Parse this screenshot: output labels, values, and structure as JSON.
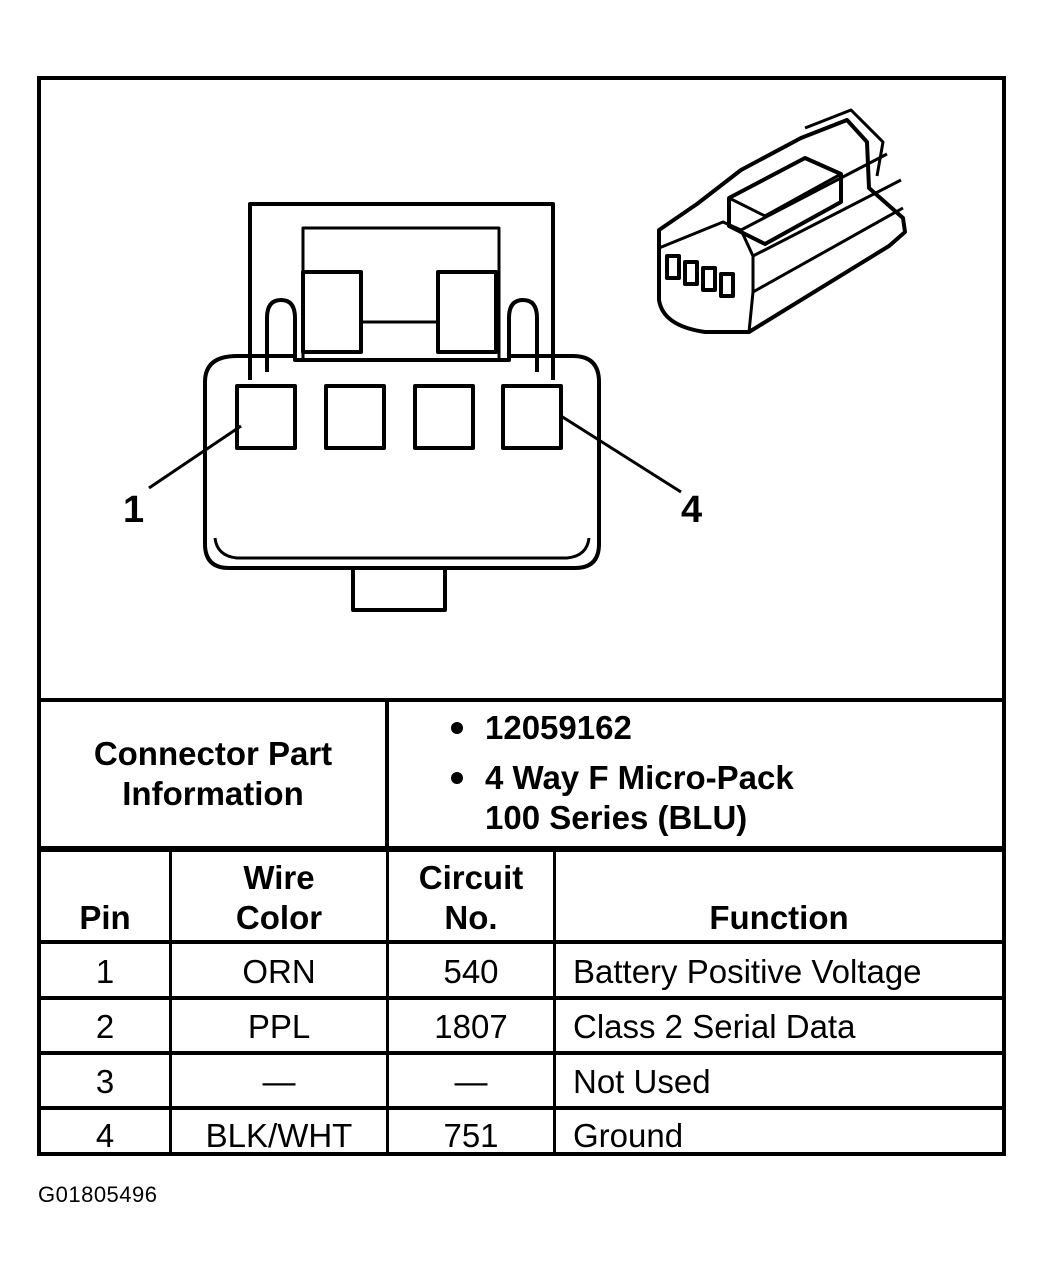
{
  "callouts": {
    "left": "1",
    "right": "4"
  },
  "connector_info": {
    "label": "Connector Part\nInformation",
    "bullets": [
      "12059162",
      "4 Way F Micro-Pack\n100 Series (BLU)"
    ]
  },
  "pin_table": {
    "headers": [
      "Pin",
      "Wire\nColor",
      "Circuit\nNo.",
      "Function"
    ],
    "rows": [
      [
        "1",
        "ORN",
        "540",
        "Battery Positive Voltage"
      ],
      [
        "2",
        "PPL",
        "1807",
        "Class 2 Serial Data"
      ],
      [
        "3",
        "—",
        "—",
        "Not Used"
      ],
      [
        "4",
        "BLK/WHT",
        "751",
        "Ground"
      ]
    ]
  },
  "figure_id": "G01805496"
}
